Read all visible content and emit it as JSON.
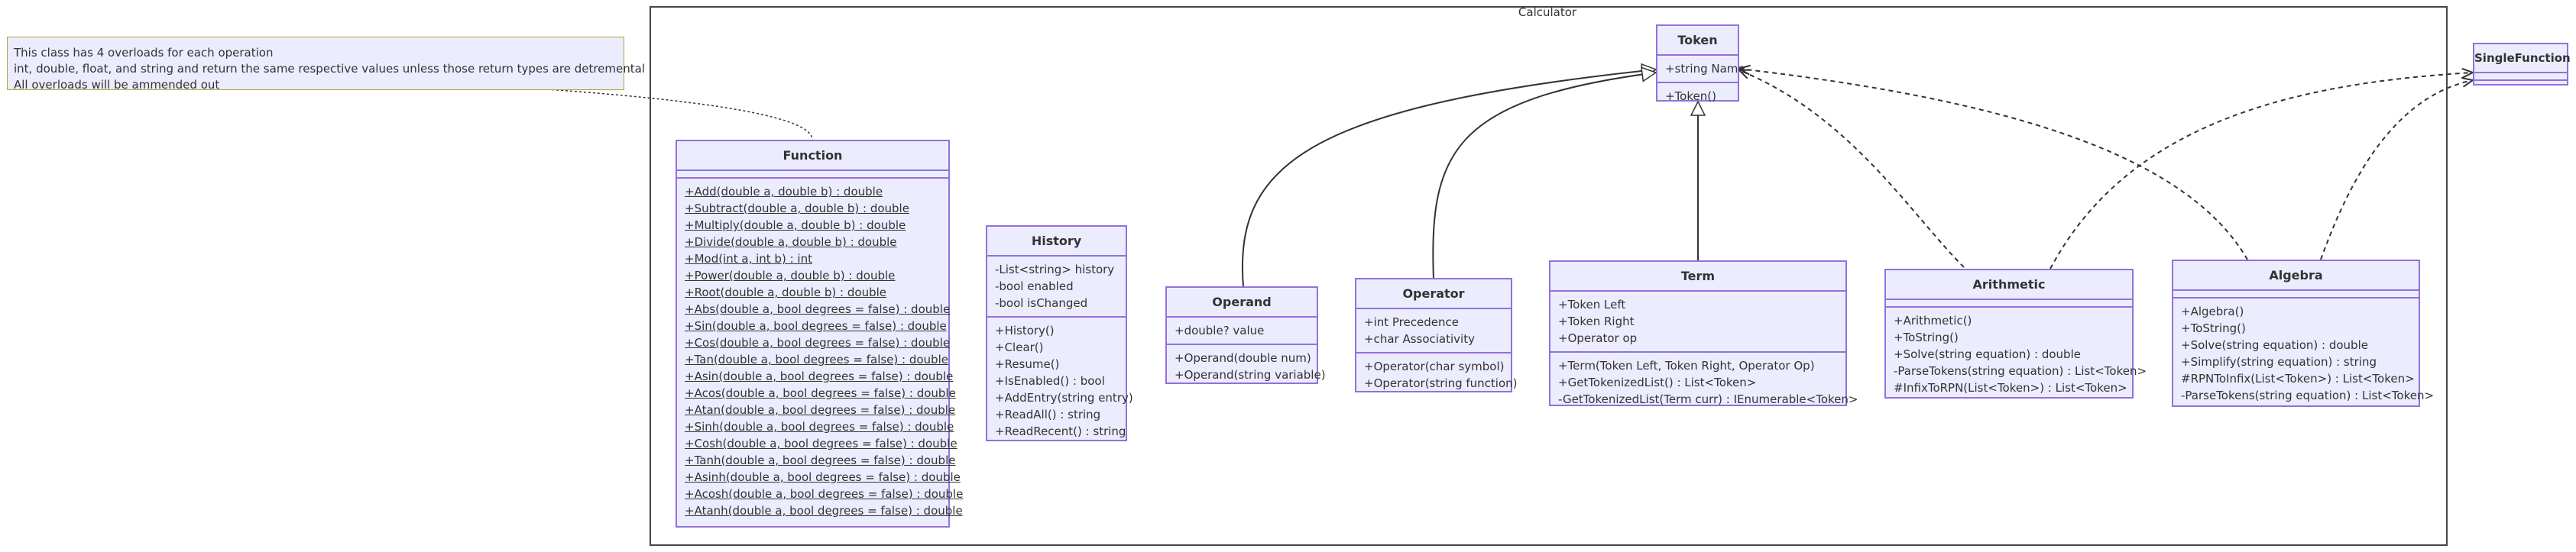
{
  "namespace": {
    "title": "Calculator"
  },
  "note": {
    "lines": [
      "This class has 4 overloads for each operation",
      "int, double, float, and string and return the same respective values unless those return types are detremental",
      "All overloads will be ammended out"
    ]
  },
  "classes": {
    "token": {
      "name": "Token",
      "fields": [
        "+string Name"
      ],
      "methods": [
        "+Token()"
      ]
    },
    "singlefunction": {
      "name": "SingleFunction",
      "fields": [],
      "methods": []
    },
    "function": {
      "name": "Function",
      "fields": [],
      "methods": [
        "+Add(double a, double b) : double",
        "+Subtract(double a, double b) : double",
        "+Multiply(double a, double b) : double",
        "+Divide(double a, double b) : double",
        "+Mod(int a, int b) : int",
        "+Power(double a, double b) : double",
        "+Root(double a, double b) : double",
        "+Abs(double a, bool degrees = false) : double",
        "+Sin(double a, bool degrees = false) : double",
        "+Cos(double a, bool degrees = false) : double",
        "+Tan(double a, bool degrees = false) : double",
        "+Asin(double a, bool degrees = false) : double",
        "+Acos(double a, bool degrees = false) : double",
        "+Atan(double a, bool degrees = false) : double",
        "+Sinh(double a, bool degrees = false) : double",
        "+Cosh(double a, bool degrees = false) : double",
        "+Tanh(double a, bool degrees = false) : double",
        "+Asinh(double a, bool degrees = false) : double",
        "+Acosh(double a, bool degrees = false) : double",
        "+Atanh(double a, bool degrees = false) : double"
      ]
    },
    "history": {
      "name": "History",
      "fields": [
        "-List<string> history",
        "-bool enabled",
        "-bool isChanged"
      ],
      "methods": [
        "+History()",
        "+Clear()",
        "+Resume()",
        "+IsEnabled() : bool",
        "+AddEntry(string entry)",
        "+ReadAll() : string",
        "+ReadRecent() : string"
      ]
    },
    "operand": {
      "name": "Operand",
      "fields": [
        "+double? value"
      ],
      "methods": [
        "+Operand(double num)",
        "+Operand(string variable)"
      ]
    },
    "operator": {
      "name": "Operator",
      "fields": [
        "+int Precedence",
        "+char Associativity"
      ],
      "methods": [
        "+Operator(char symbol)",
        "+Operator(string function)"
      ]
    },
    "term": {
      "name": "Term",
      "fields": [
        "+Token Left",
        "+Token Right",
        "+Operator op"
      ],
      "methods": [
        "+Term(Token Left, Token Right, Operator Op)",
        "+GetTokenizedList() : List<Token>",
        "-GetTokenizedList(Term curr) : IEnumerable<Token>"
      ]
    },
    "arithmetic": {
      "name": "Arithmetic",
      "fields": [],
      "methods": [
        "+Arithmetic()",
        "+ToString()",
        "+Solve(string equation) : double",
        "-ParseTokens(string equation) : List<Token>",
        "#InfixToRPN(List<Token>) : List<Token>"
      ]
    },
    "algebra": {
      "name": "Algebra",
      "fields": [],
      "methods": [
        "+Algebra()",
        "+ToString()",
        "+Solve(string equation) : double",
        "+Simplify(string equation) : string",
        "#RPNToInfix(List<Token>) : List<Token>",
        "-ParseTokens(string equation) : List<Token>"
      ]
    }
  }
}
